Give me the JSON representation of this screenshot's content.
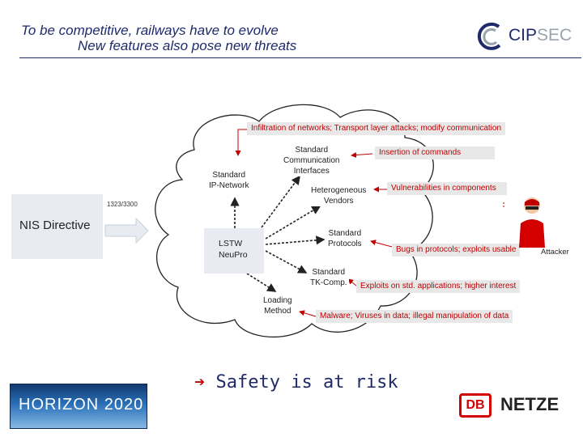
{
  "title": {
    "line1": "To be competitive, railways have to evolve",
    "line2": "New features also pose new threats"
  },
  "logo": {
    "prefix": "CIP",
    "suffix": "SEC"
  },
  "nis": {
    "label": "NIS Directive",
    "number": "1323/3300"
  },
  "center": {
    "line1": "LSTW",
    "line2": "NeuPro"
  },
  "nodes": {
    "std_comm": [
      "Standard",
      "Communication",
      "Interfaces"
    ],
    "std_ip": [
      "Standard",
      "IP-Network"
    ],
    "hetero": [
      "Heterogeneous",
      "Vendors"
    ],
    "std_protocols": [
      "Standard",
      "Protocols"
    ],
    "std_tk": [
      "Standard",
      "TK-Comp."
    ],
    "loading": [
      "Loading",
      "Method"
    ]
  },
  "threats": {
    "t1": "Infiltration of networks; Transport layer attacks; modify communication",
    "t2": "Insertion of commands",
    "t3": "Vulnerabilities in components",
    "t4": "Bugs in protocols; exploits usable",
    "t5": "Exploits on std. applications; higher interest",
    "t6": "Malware; Viruses in data; illegal manipulation of data"
  },
  "attacker": {
    "label": "Attacker"
  },
  "bottom": {
    "arrow": "➔",
    "safety": "Safety is at risk"
  },
  "horizon": {
    "label": "HORIZON 2020"
  },
  "db": {
    "mark": "DB",
    "name": "NETZE"
  },
  "colors": {
    "title": "#1f2a6b",
    "threat_text": "#c00000",
    "threat_bg": "#e8e8e8",
    "box_bg": "#e8ecf2",
    "db_red": "#d40000"
  }
}
